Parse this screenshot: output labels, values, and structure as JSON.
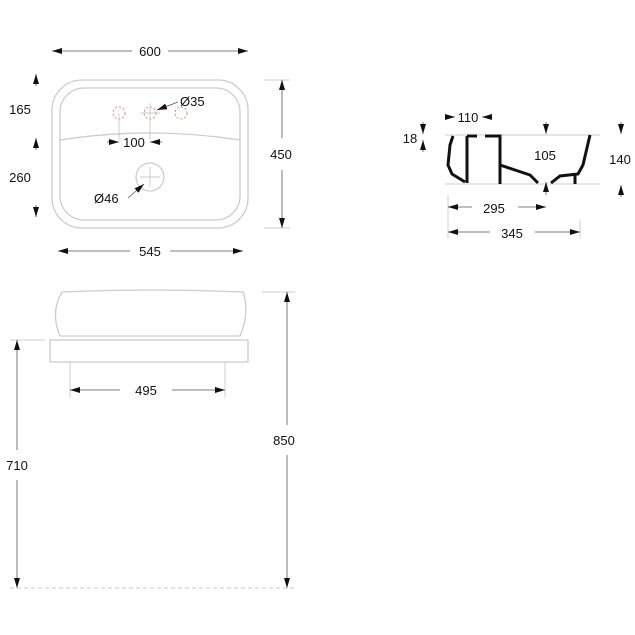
{
  "top_view": {
    "width_overall": "600",
    "width_inner": "545",
    "depth_overall": "450",
    "depth_front": "165",
    "depth_back": "260",
    "hole_spacing": "100",
    "tap_hole_diameter": "Ø35",
    "drain_diameter": "Ø46"
  },
  "section_view": {
    "rim_width": "110",
    "rim_height": "18",
    "bowl_depth": "105",
    "total_height": "140",
    "drain_offset": "295",
    "half_depth": "345"
  },
  "front_view": {
    "slab_width": "495",
    "counter_height": "710",
    "total_height": "850"
  }
}
